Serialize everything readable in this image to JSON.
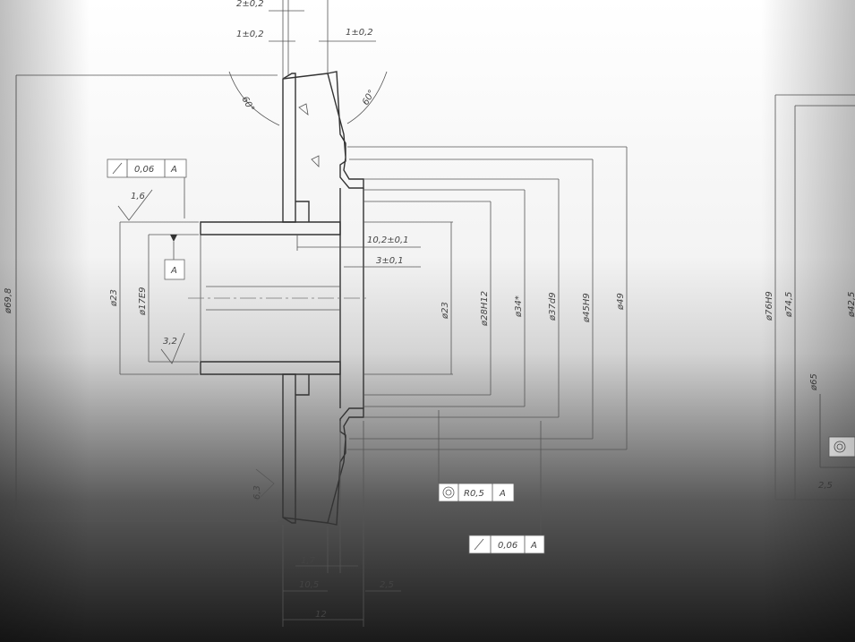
{
  "dimensions": {
    "top_2": "2±0,2",
    "top_1_left": "1±0,2",
    "top_1_right": "1±0,2",
    "angle_left": "60°",
    "angle_right": "60°",
    "d69_8": "ø69,8",
    "d23_left": "ø23",
    "d17E9": "ø17E9",
    "offset_10_2": "10,2±0,1",
    "offset_3": "3±0,1",
    "d23_right": "ø23",
    "d28H12": "ø28H12",
    "d34": "ø34*",
    "d37d9": "ø37d9",
    "d45H9": "ø45H9",
    "d49": "ø49",
    "bottom_1_7": "1,7",
    "bottom_10_5": "10,5",
    "bottom_2_5": "2,5",
    "bottom_12": "12",
    "right_d76H9": "ø76H9",
    "right_d74_5": "ø74,5",
    "right_d42_5": "ø42,5",
    "right_d65": "ø65",
    "right_2_5": "2,5"
  },
  "roughness": {
    "r1_6": "1,6",
    "r3_2": "3,2",
    "r6_3": "6,3"
  },
  "tolerance_frames": {
    "runout_top": {
      "value": "0,06",
      "datum": "A"
    },
    "concentric": {
      "value": "R0,5",
      "datum": "A"
    },
    "runout_bottom": {
      "value": "0,06",
      "datum": "A"
    },
    "datum_label": "A"
  }
}
